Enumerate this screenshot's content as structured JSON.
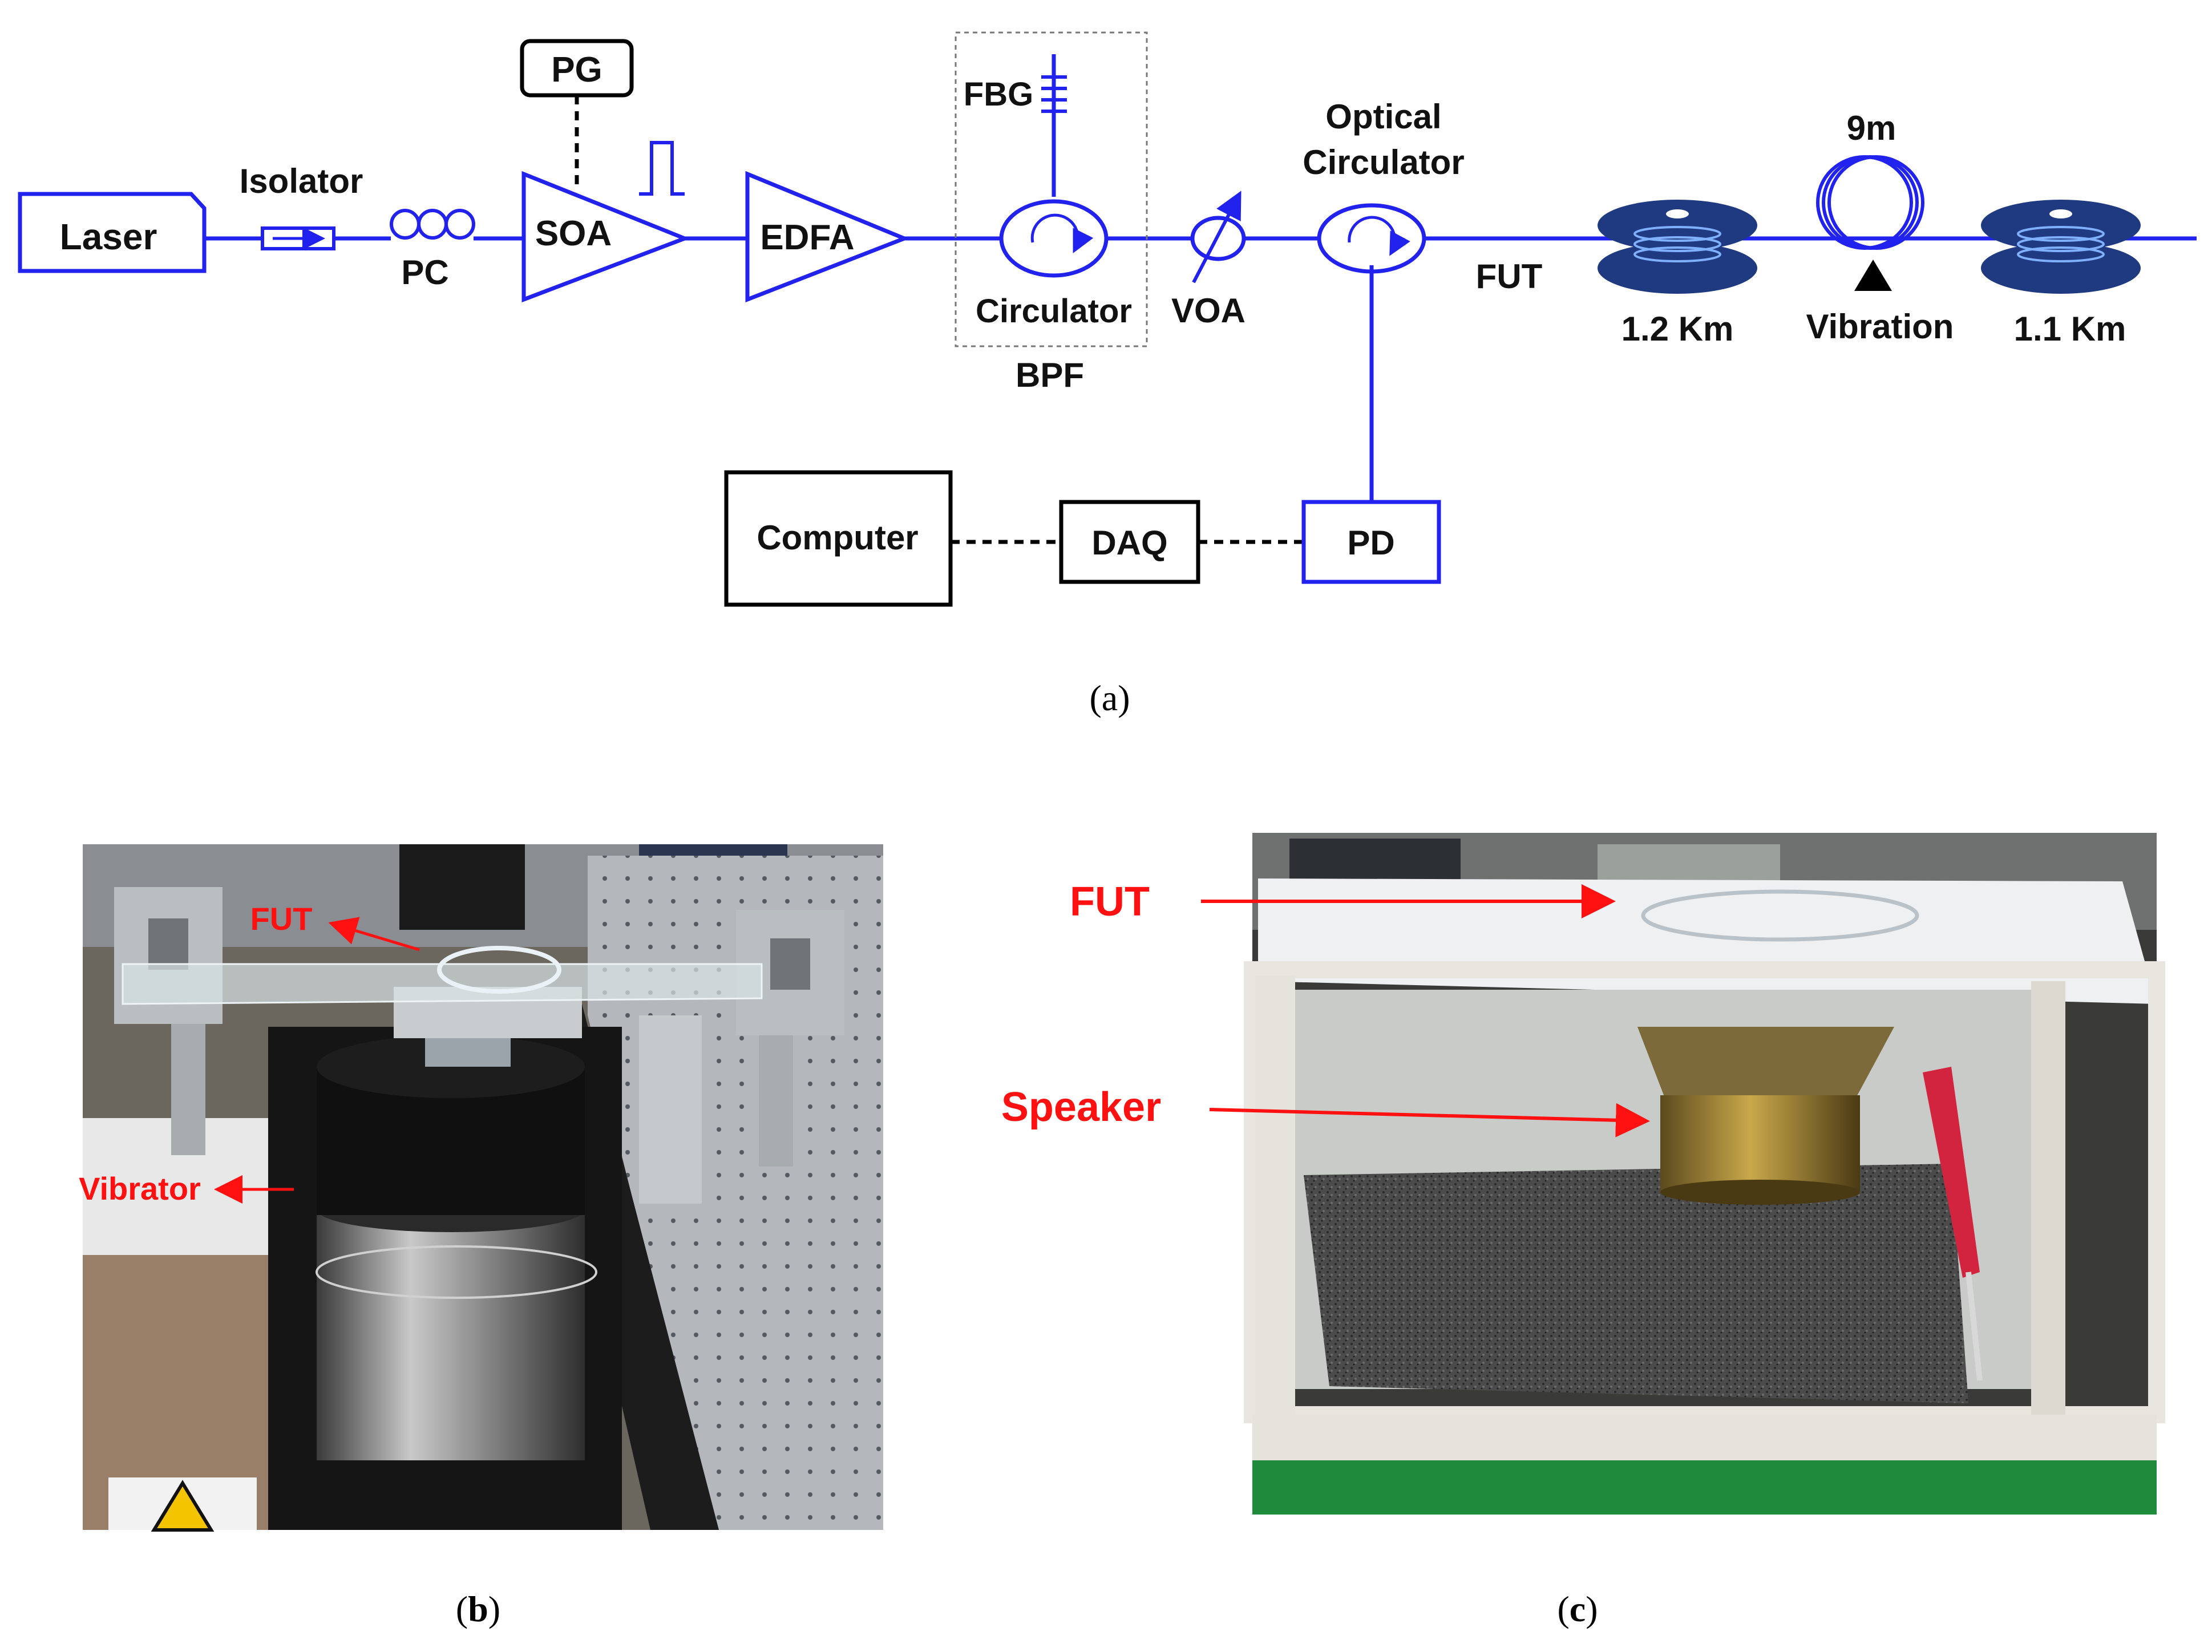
{
  "colors": {
    "fiber": "#2222ee",
    "black": "#000000",
    "annotation": "#ff1111",
    "photo_b_background": "#6b665e",
    "photo_c_background": "#3a3a38"
  },
  "schematic": {
    "laser": "Laser",
    "isolator": "Isolator",
    "pc": "PC",
    "pg": "PG",
    "soa": "SOA",
    "edfa": "EDFA",
    "fbg": "FBG",
    "circulator": "Circulator",
    "bpf": "BPF",
    "voa": "VOA",
    "optical_circulator_line1": "Optical",
    "optical_circulator_line2": "Circulator",
    "fut": "FUT",
    "spool_1": "1.2 Km",
    "coil_length": "9m",
    "vibration": "Vibration",
    "spool_2": "1.1 Km",
    "computer": "Computer",
    "daq": "DAQ",
    "pd": "PD"
  },
  "photo_b": {
    "fut_label": "FUT",
    "vibrator_label": "Vibrator"
  },
  "photo_c": {
    "fut_label": "FUT",
    "speaker_label": "Speaker"
  },
  "captions": {
    "a": {
      "open": "(",
      "letter": "a",
      "close": ")"
    },
    "b": {
      "open": "(",
      "letter": "b",
      "close": ")"
    },
    "c": {
      "open": "(",
      "letter": "c",
      "close": ")"
    }
  }
}
